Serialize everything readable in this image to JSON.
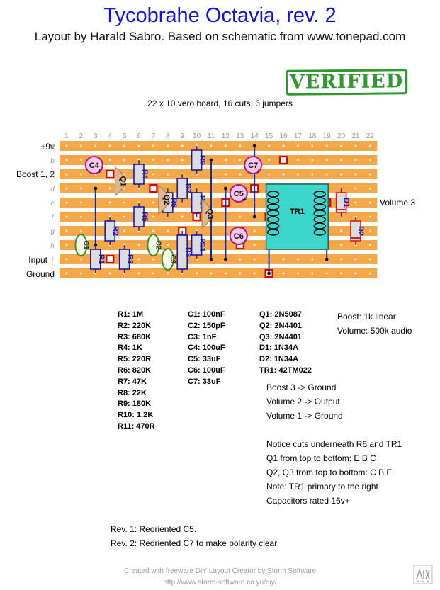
{
  "header": {
    "title": "Tycobrahe Octavia, rev. 2",
    "subtitle": "Layout by Harald Sabro. Based on schematic from www.tonepad.com",
    "stamp": "VERIFIED"
  },
  "board": {
    "info": "22 x 10 vero board, 16 cuts, 6 jumpers",
    "columns": [
      "1",
      "2",
      "3",
      "4",
      "5",
      "6",
      "7",
      "8",
      "9",
      "10",
      "11",
      "12",
      "13",
      "14",
      "15",
      "16",
      "17",
      "18",
      "19",
      "20",
      "21",
      "22"
    ],
    "rows": [
      "a",
      "b",
      "c",
      "d",
      "e",
      "f",
      "g",
      "h",
      "i",
      "j"
    ],
    "strip_color": "#f5a84a",
    "row_labels": {
      "power": "+9v",
      "boost": "Boost 1, 2",
      "input": "Input",
      "ground": "Ground",
      "volume": "Volume 3"
    }
  },
  "components": {
    "resistors": [
      "R1",
      "R2",
      "R3",
      "R4",
      "R5",
      "R6",
      "R7",
      "R8",
      "R9",
      "R10",
      "R11"
    ],
    "ceramic_caps": [
      "C1",
      "C2",
      "C3"
    ],
    "electrolytic_caps": [
      "C4",
      "C5",
      "C6",
      "C7"
    ],
    "transistors": [
      "Q1",
      "Q2",
      "Q3"
    ],
    "diodes": [
      "D1",
      "D2"
    ],
    "transformer": "TR1"
  },
  "parts_list": {
    "resistors": [
      "R1: 1M",
      "R2: 220K",
      "R3: 680K",
      "R4: 1K",
      "R5: 220R",
      "R6: 820K",
      "R7: 47K",
      "R8: 22K",
      "R9: 180K",
      "R10: 1.2K",
      "R11: 470R"
    ],
    "capacitors": [
      "C1: 100nF",
      "C2: 150pF",
      "C3: 1nF",
      "C4: 100uF",
      "C5: 33uF",
      "C6: 100uF",
      "C7: 33uF"
    ],
    "semis": [
      "Q1: 2N5087",
      "Q2: 2N4401",
      "Q3: 2N4401",
      "D1: 1N34A",
      "D2: 1N34A",
      "TR1: 42TM022"
    ]
  },
  "pots": [
    "Boost: 1k linear",
    "Volume: 500k audio"
  ],
  "wiring": [
    "Boost 3 -> Ground",
    "Volume 2 -> Output",
    "Volume 1 -> Ground"
  ],
  "notes": [
    "Notice cuts underneath R6 and TR1",
    "Q1 from top to bottom: E B C",
    "Q2, Q3 from top to bottom: C B E",
    "Note: TR1 primary to the right",
    "Capacitors rated 16v+"
  ],
  "revisions": [
    "Rev. 1: Reoriented C5.",
    "Rev. 2: Reoriented C7 to make polarity clear"
  ],
  "footer": {
    "credit": "Created with freeware DIY Layout Creator by Storm Software",
    "url": "http://www.storm-software.co.yu/diy/"
  }
}
